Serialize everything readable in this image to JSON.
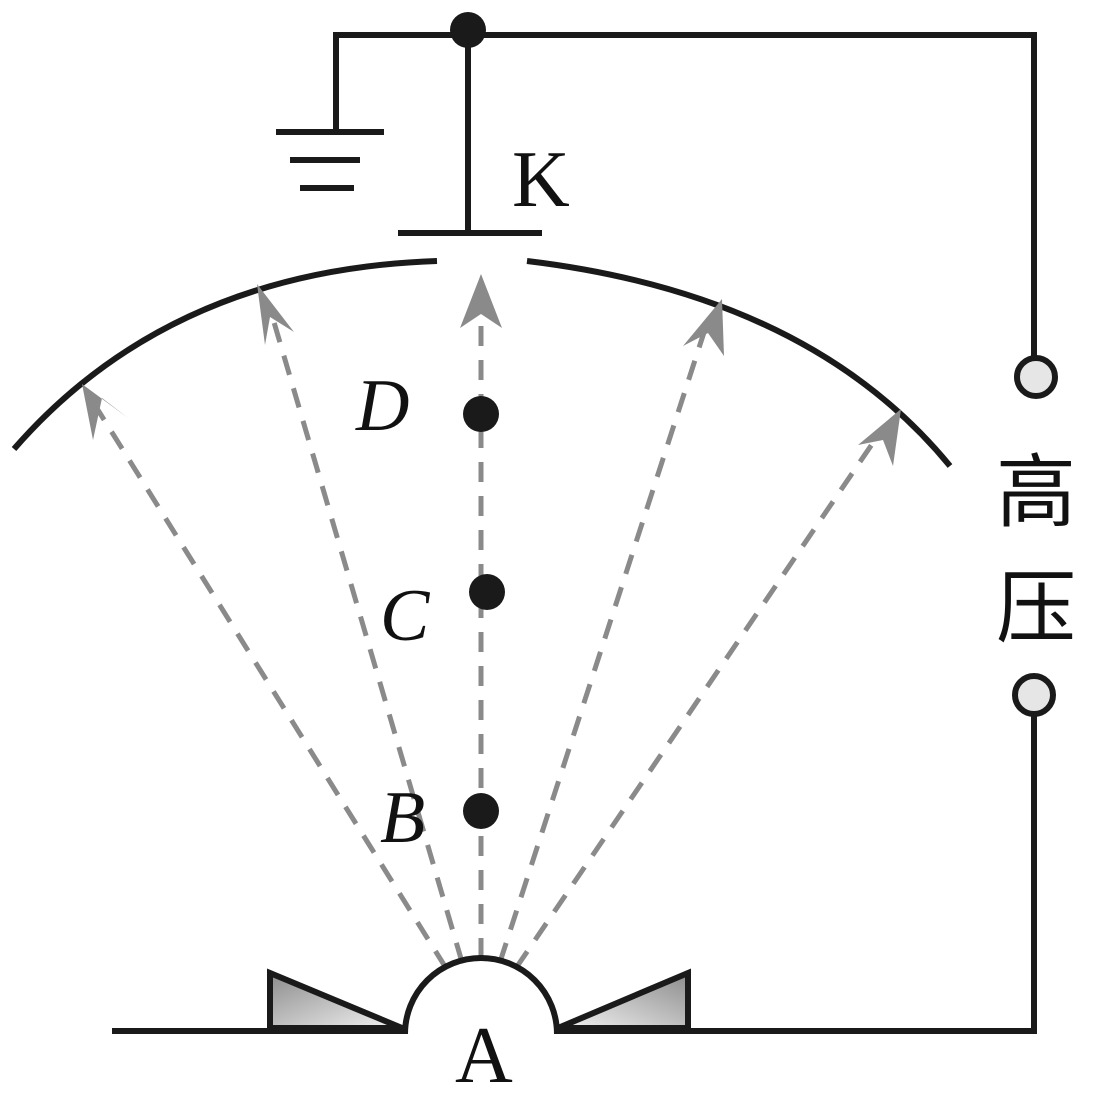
{
  "labels": {
    "cathode": "K",
    "anode": "A",
    "point_d": "D",
    "point_c": "C",
    "point_b": "B",
    "voltage_char1": "高",
    "voltage_char2": "压"
  },
  "field_lines": [
    "far-left",
    "left",
    "center",
    "right",
    "far-right"
  ],
  "points": [
    "D",
    "C",
    "B"
  ],
  "colors": {
    "wire": "#1a1a1a",
    "field_line": "#8a8a8a",
    "terminal_fill": "#e6e6e6",
    "point": "#1a1a1a"
  }
}
